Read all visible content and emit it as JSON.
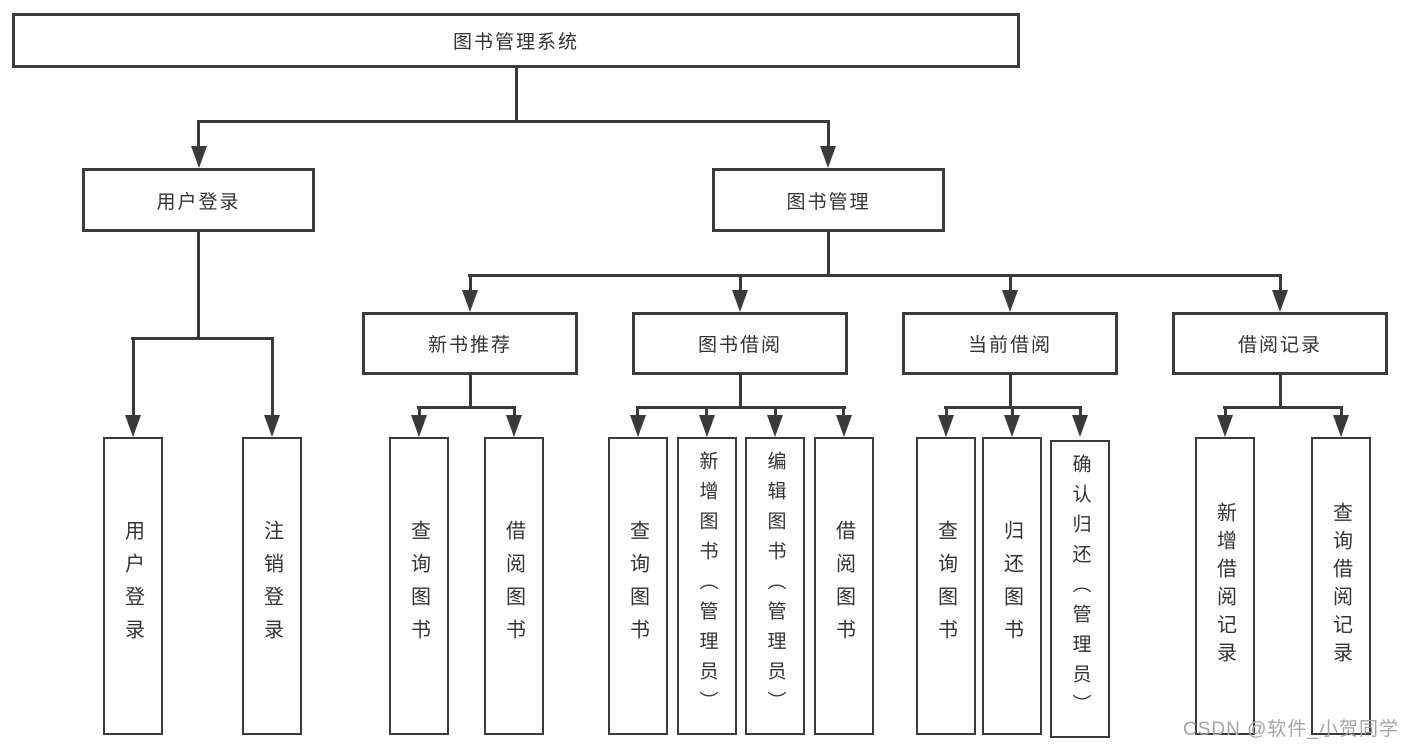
{
  "tree": {
    "label": "图书管理系统",
    "children": [
      {
        "label": "用户登录",
        "children": [
          {
            "label": "用户登录"
          },
          {
            "label": "注销登录"
          }
        ]
      },
      {
        "label": "图书管理",
        "children": [
          {
            "label": "新书推荐",
            "children": [
              {
                "label": "查询图书"
              },
              {
                "label": "借阅图书"
              }
            ]
          },
          {
            "label": "图书借阅",
            "children": [
              {
                "label": "查询图书"
              },
              {
                "label": "新增图书（管理员）"
              },
              {
                "label": "编辑图书（管理员）"
              },
              {
                "label": "借阅图书"
              }
            ]
          },
          {
            "label": "当前借阅",
            "children": [
              {
                "label": "查询图书"
              },
              {
                "label": "归还图书"
              },
              {
                "label": "确认归还（管理员）"
              }
            ]
          },
          {
            "label": "借阅记录",
            "children": [
              {
                "label": "新增借阅记录"
              },
              {
                "label": "查询借阅记录"
              }
            ]
          }
        ]
      }
    ]
  },
  "watermark": "CSDN @软件_小贺同学",
  "colors": {
    "line": "#3a3a3a",
    "border": "#3b3b3b",
    "text": "#333333",
    "watermark": "#a5a5a5",
    "background": "#ffffff"
  }
}
